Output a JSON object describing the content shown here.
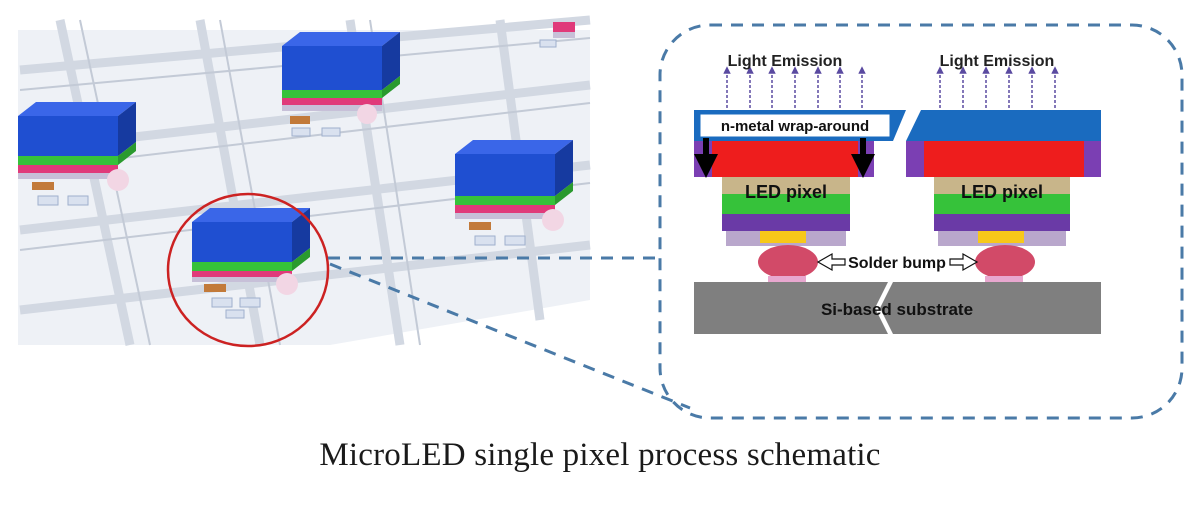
{
  "labels": {
    "light_emission_left": "Light Emission",
    "light_emission_right": "Light Emission",
    "n_metal": "n-metal wrap-around",
    "led_pixel_left": "LED pixel",
    "led_pixel_right": "LED pixel",
    "solder_bump": "Solder bump",
    "substrate": "Si-based substrate"
  },
  "caption": "MicroLED single pixel process schematic",
  "colors": {
    "top_layer": "#1f4fd1",
    "red_layer": "#ee1d1d",
    "tan_layer": "#c8b58a",
    "green_layer": "#36c23a",
    "purple_layer": "#6a3aa6",
    "yellow_pad": "#f7c81a",
    "solder": "#d24a68",
    "substrate": "#7f7f7f",
    "n_metal_bar": "#1a6bbf",
    "dashed_border": "#4a7aa7",
    "highlight_circle": "#cc2222"
  }
}
